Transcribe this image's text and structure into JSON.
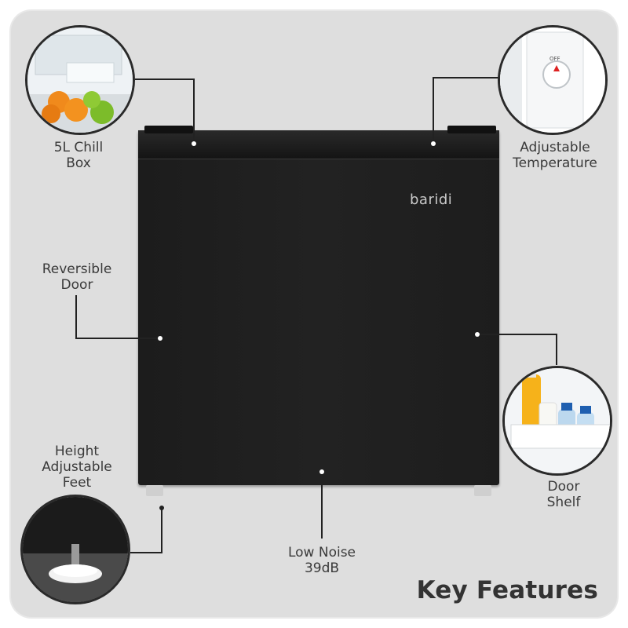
{
  "brand": "baridi",
  "title": "Key Features",
  "features": {
    "chill_box": "5L Chill\nBox",
    "adjustable_temperature": "Adjustable\nTemperature",
    "reversible_door": "Reversible\nDoor",
    "height_adjustable_feet": "Height\nAdjustable\nFeet",
    "low_noise": "Low Noise\n39dB",
    "door_shelf": "Door\nShelf"
  },
  "thermostat_dial": "OFF"
}
